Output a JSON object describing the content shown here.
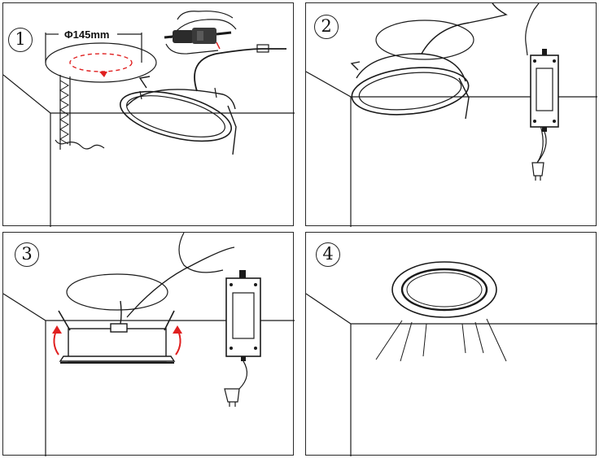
{
  "steps": [
    {
      "number": "1",
      "dimension_label": "Φ145mm"
    },
    {
      "number": "2"
    },
    {
      "number": "3"
    },
    {
      "number": "4"
    }
  ],
  "colors": {
    "line": "#1a1a1a",
    "accent_red": "#e02020",
    "background": "#ffffff"
  },
  "icons": [
    "connector-icon",
    "driver-box-icon",
    "plug-icon",
    "rotation-arrow-icon",
    "light-ray-icon"
  ]
}
